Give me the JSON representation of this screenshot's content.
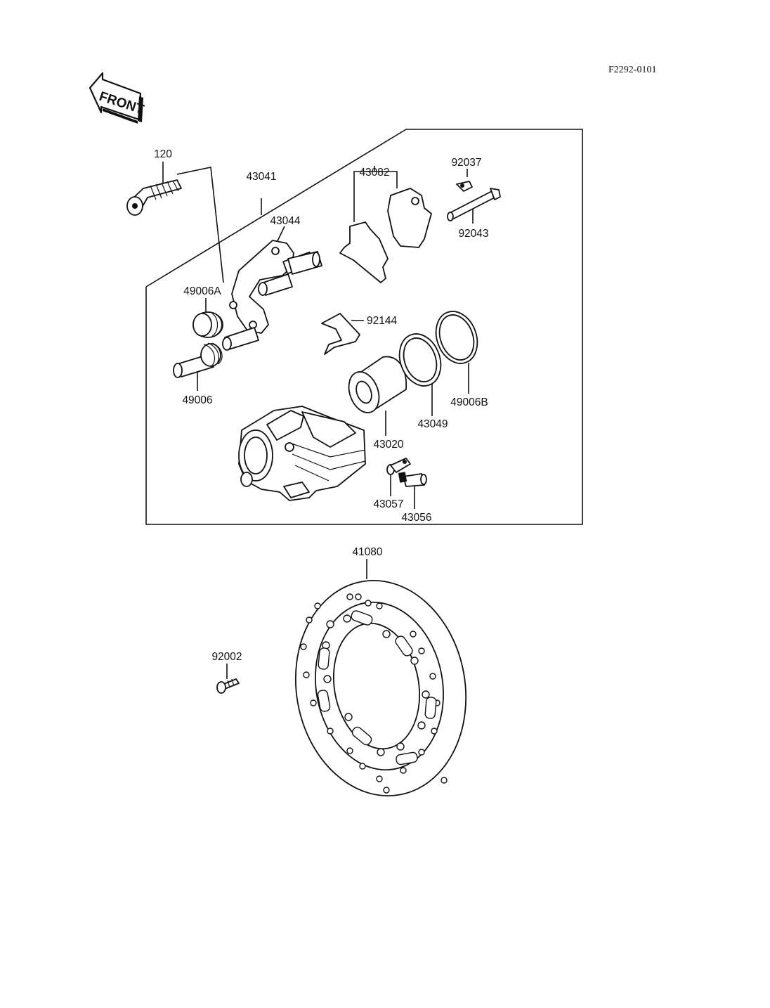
{
  "diagram": {
    "code": "F2292-0101",
    "front_arrow_text": "FRONT",
    "labels": {
      "p120": "120",
      "p43041": "43041",
      "p43044": "43044",
      "p43082": "43082",
      "p92037": "92037",
      "p92043": "92043",
      "p49006A": "49006A",
      "p92144": "92144",
      "p49006": "49006",
      "p49006B": "49006B",
      "p43049": "43049",
      "p43020": "43020",
      "p43057": "43057",
      "p43056": "43056",
      "p41080": "41080",
      "p92002": "92002"
    }
  }
}
